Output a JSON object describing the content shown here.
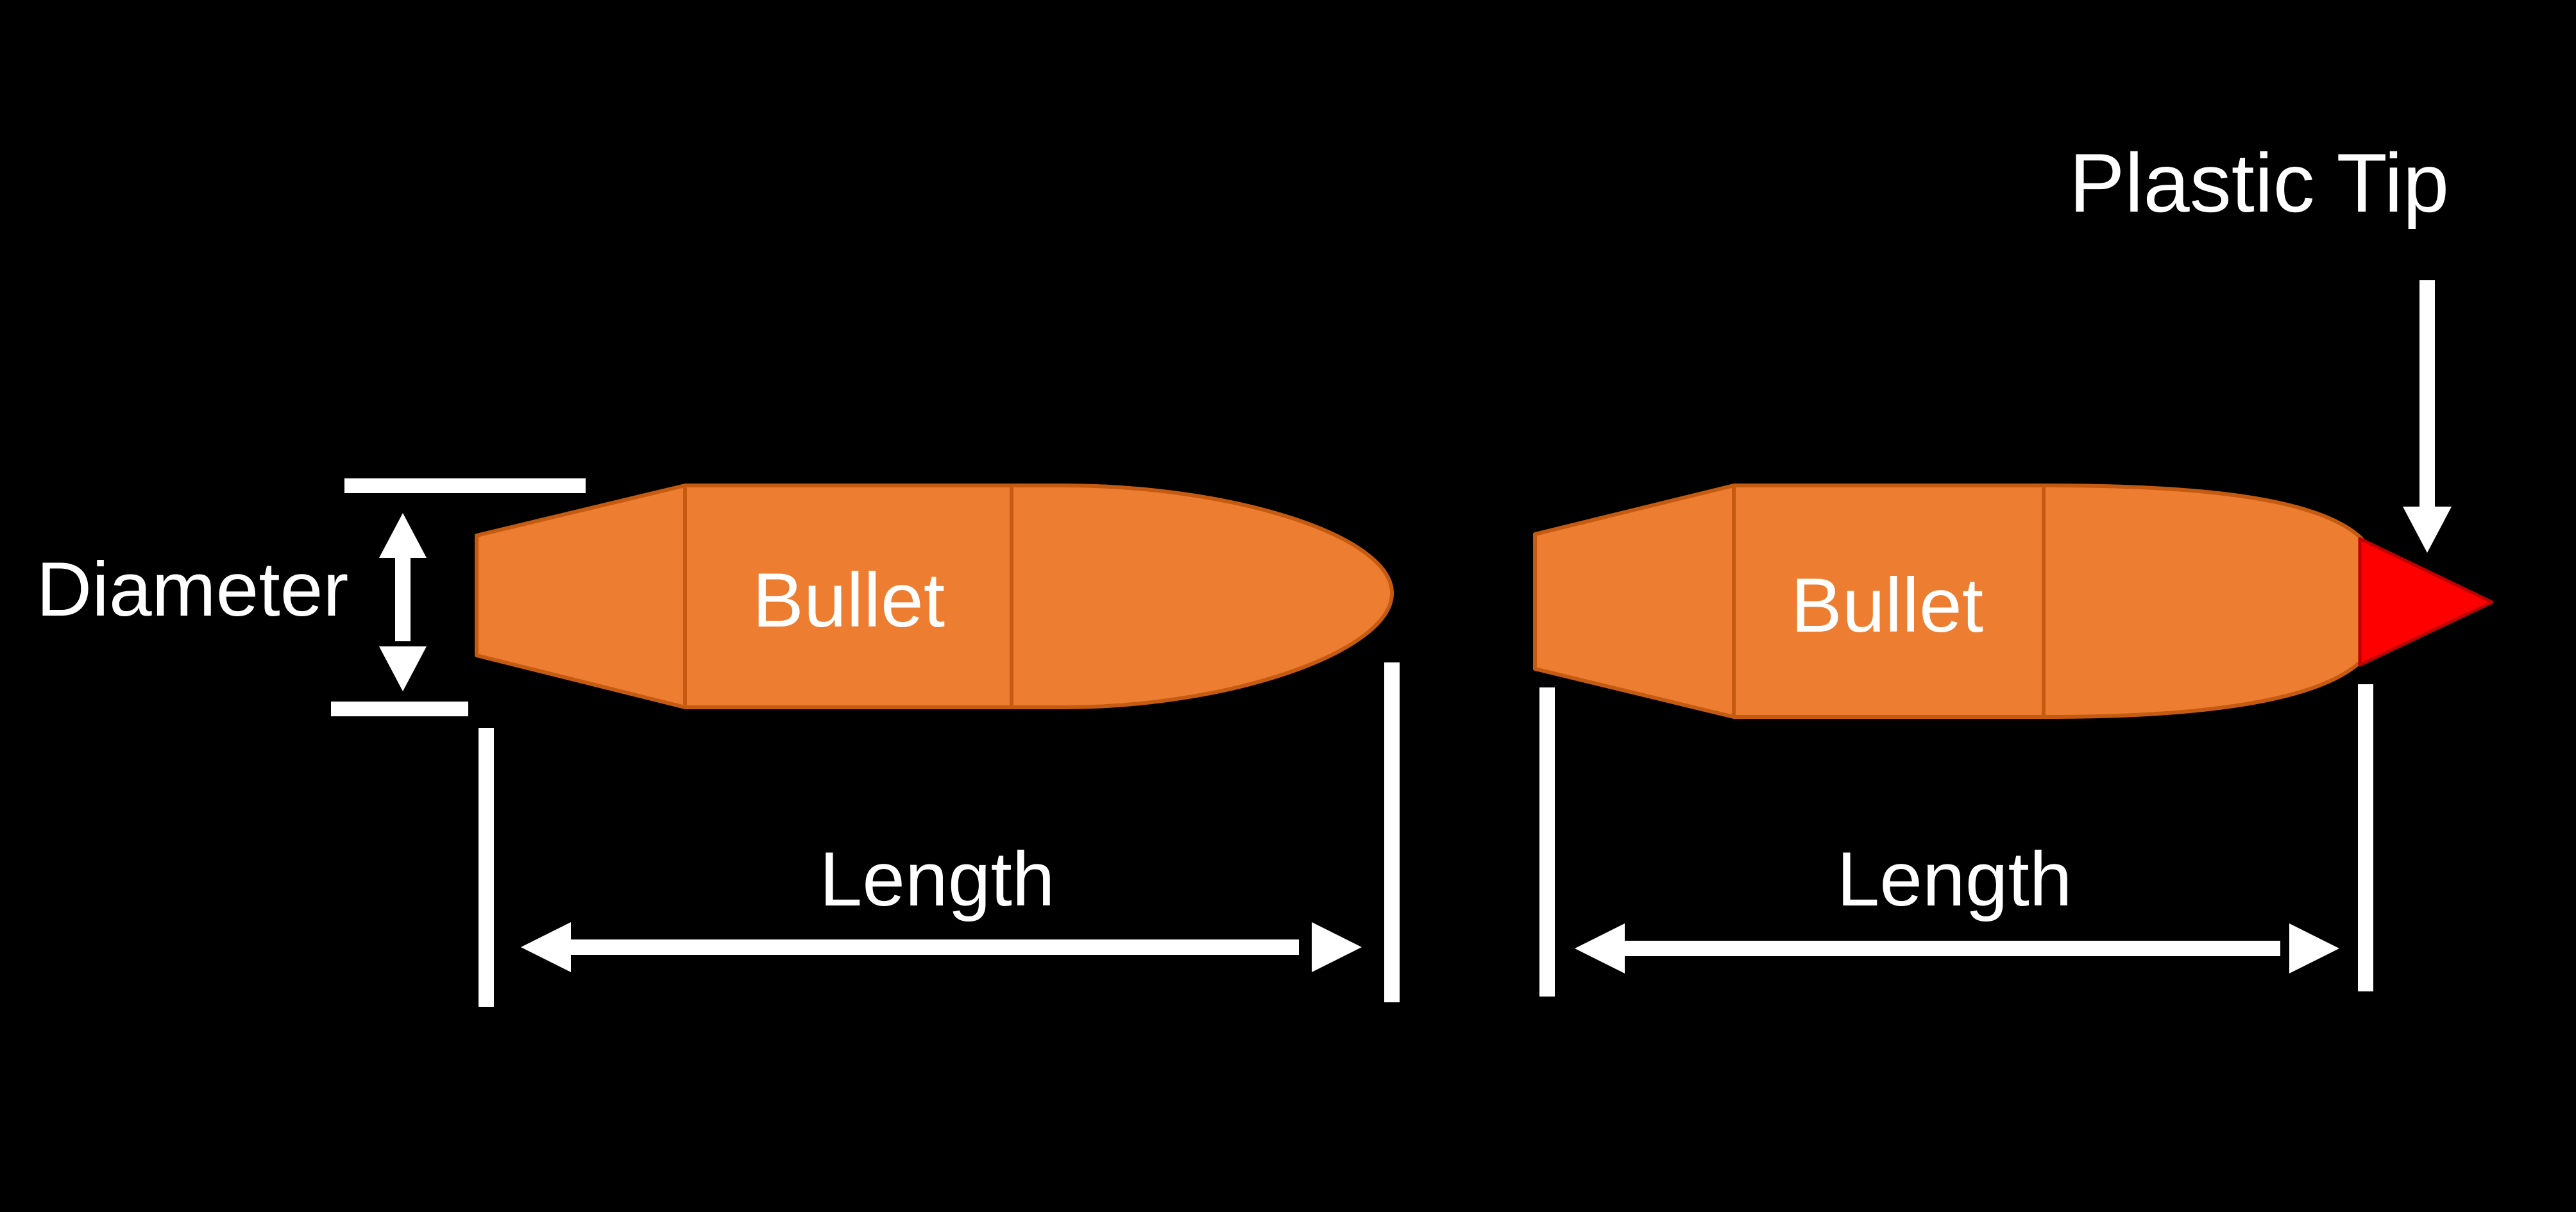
{
  "colors": {
    "background": "#000000",
    "bullet_fill": "#ED7D31",
    "bullet_outline": "#C55A11",
    "plastic_tip": "#FF0000",
    "text_and_arrows": "#FFFFFF"
  },
  "left_bullet": {
    "body_label": "Bullet",
    "diameter_label": "Diameter",
    "length_label": "Length"
  },
  "right_bullet": {
    "body_label": "Bullet",
    "length_label": "Length",
    "tip_label": "Plastic Tip"
  }
}
